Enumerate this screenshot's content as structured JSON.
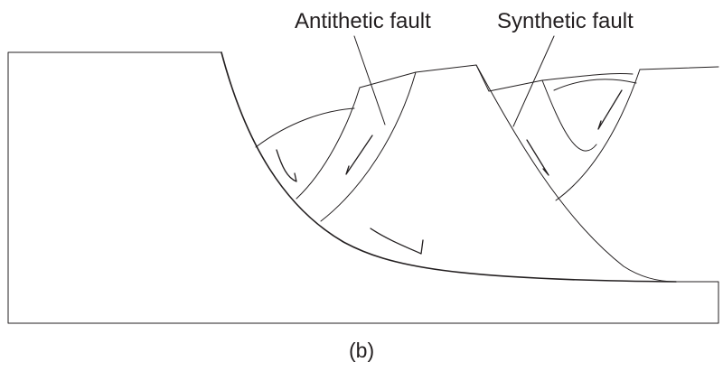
{
  "labels": {
    "antithetic": "Antithetic fault",
    "synthetic": "Synthetic fault",
    "panel": "(b)"
  },
  "colors": {
    "line": "#231f20",
    "background": "#ffffff"
  }
}
